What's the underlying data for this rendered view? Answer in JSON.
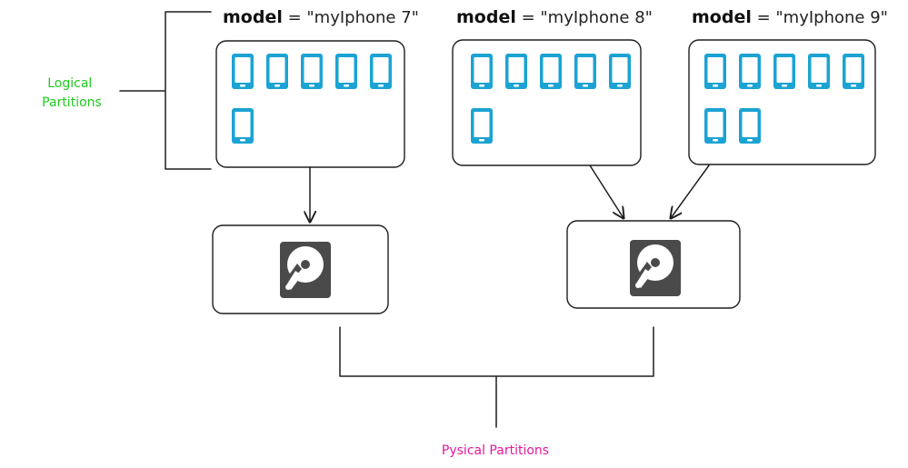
{
  "labels": {
    "logical": [
      "Logical",
      "Partitions"
    ],
    "physical": "Pysical Partitions",
    "logical_color": "#1fcc1f",
    "physical_color": "#e0199a"
  },
  "partitions": [
    {
      "key": "model",
      "rest": " = \"myIphone 7\"",
      "phones": 6
    },
    {
      "key": "model",
      "rest": " = \"myIphone 8\"",
      "phones": 6
    },
    {
      "key": "model",
      "rest": " = \"myIphone 9\"",
      "phones": 7
    }
  ],
  "disks": [
    {
      "icon": "hard-disk-icon",
      "receives_from": [
        0
      ]
    },
    {
      "icon": "hard-disk-icon",
      "receives_from": [
        1,
        2
      ]
    }
  ],
  "icons": {
    "phone": "smartphone-icon",
    "disk": "hard-disk-icon"
  },
  "colors": {
    "phone": "#1ba3d3",
    "disk": "#4a4a4a",
    "stroke": "#1e1e1e"
  }
}
